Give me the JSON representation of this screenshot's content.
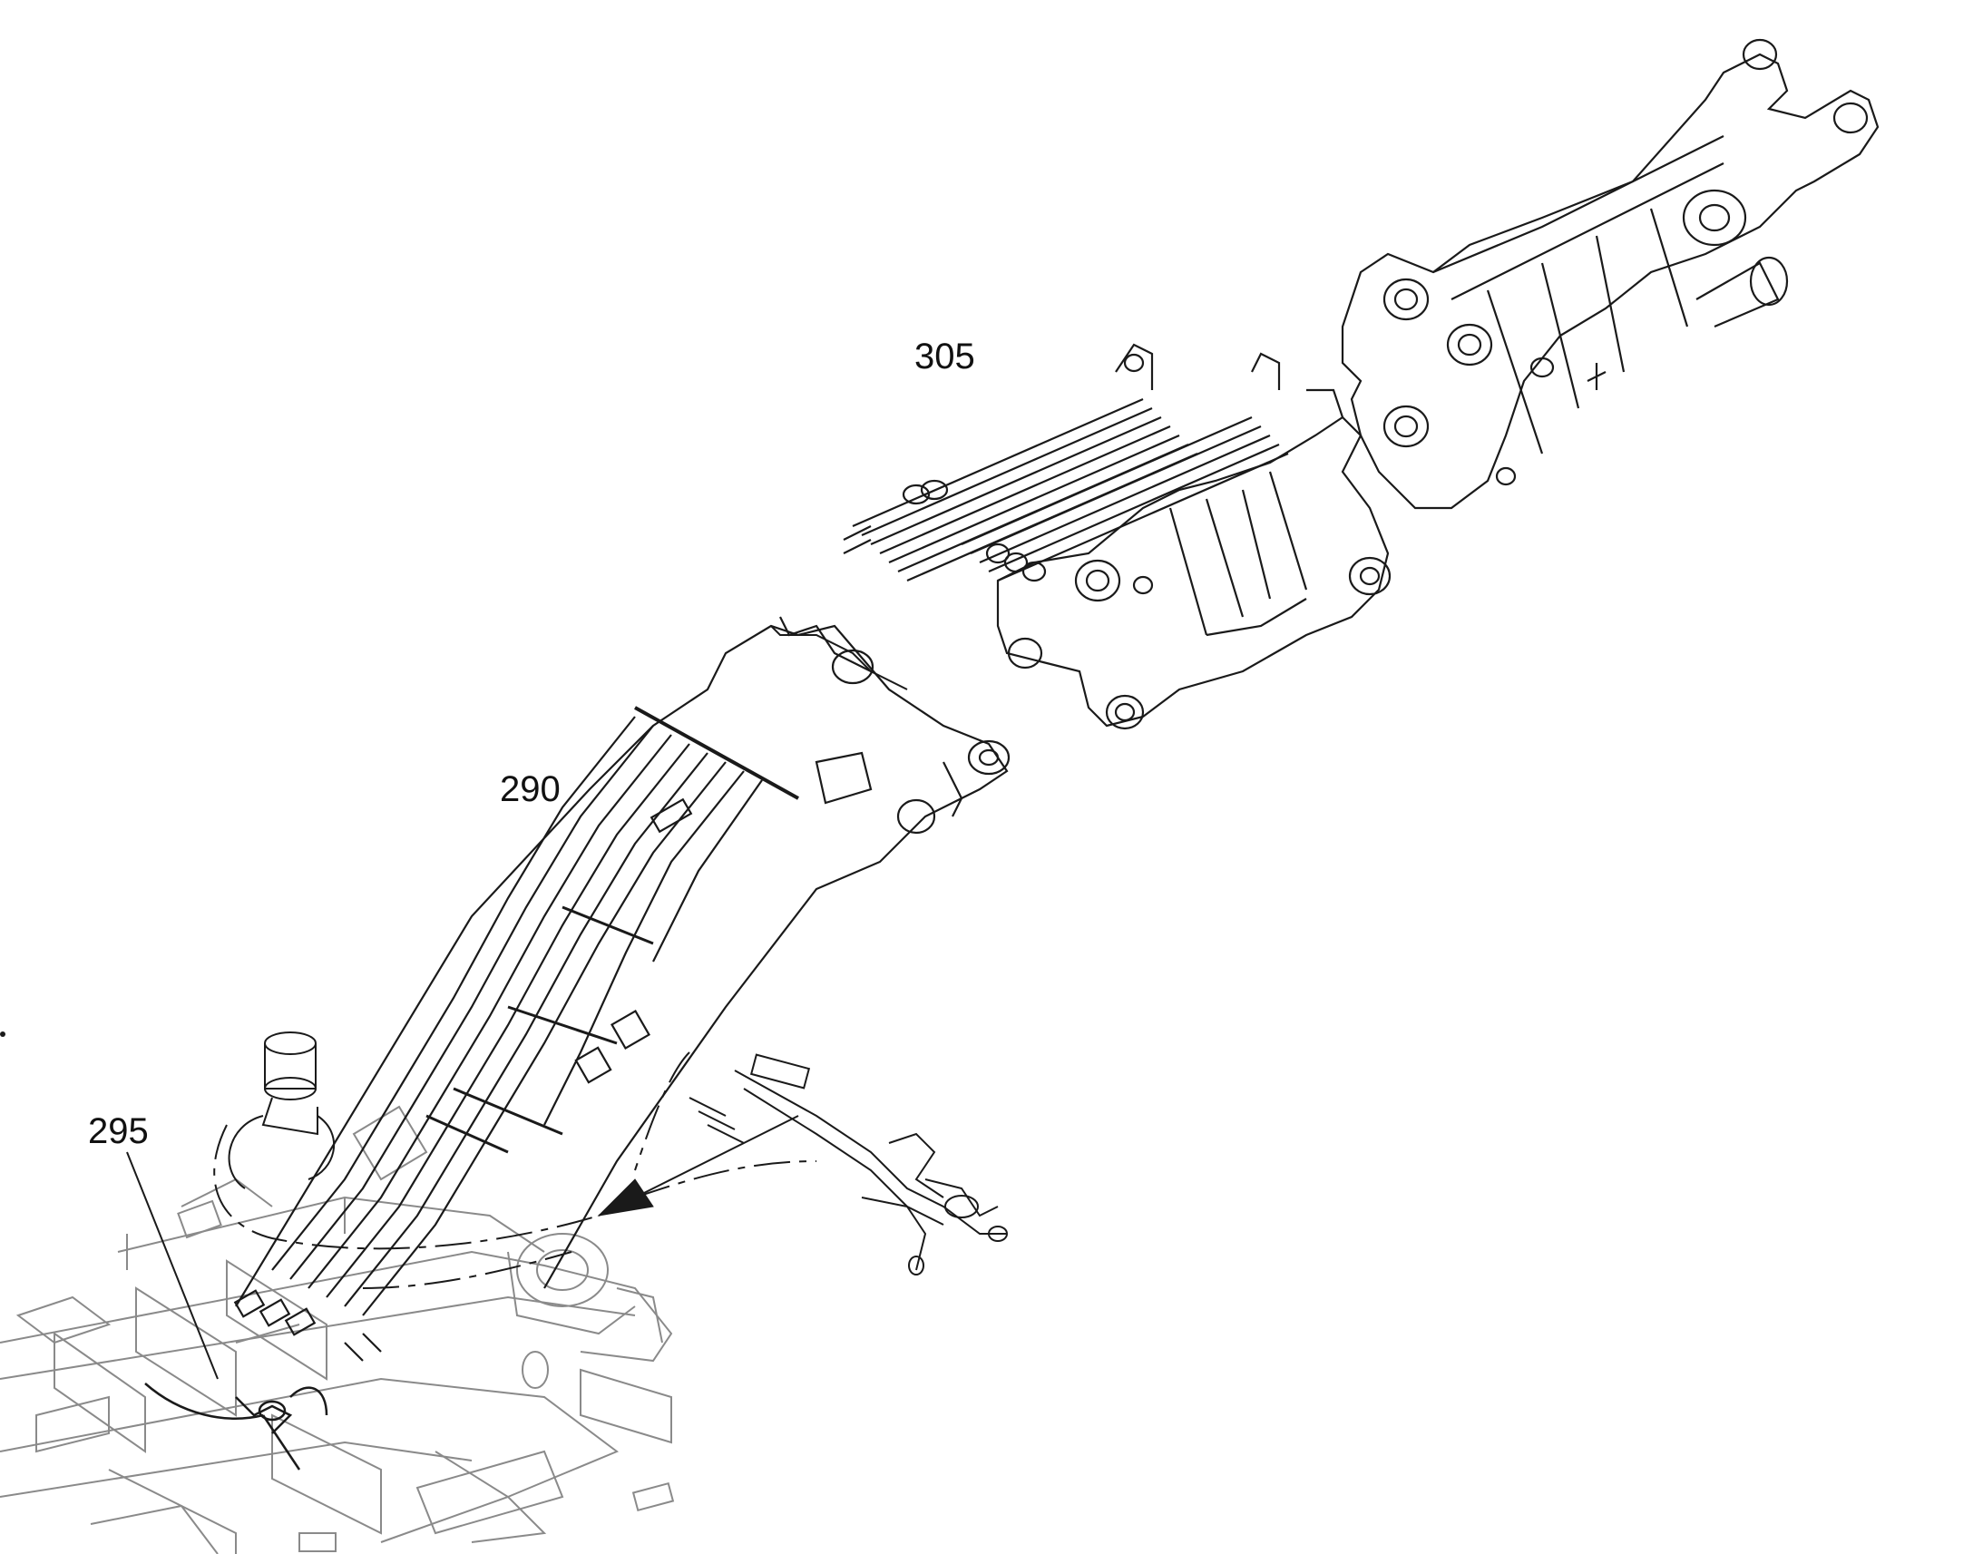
{
  "diagram": {
    "callouts": [
      {
        "id": "305",
        "label": "305"
      },
      {
        "id": "290",
        "label": "290"
      },
      {
        "id": "295",
        "label": "295"
      }
    ],
    "colors": {
      "line": "#1a1a1a",
      "faded_frame": "#8a8a8a",
      "background": "#ffffff"
    }
  }
}
